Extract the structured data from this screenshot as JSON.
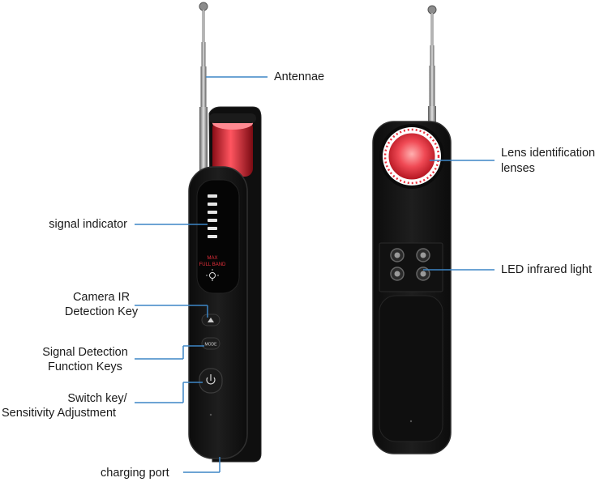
{
  "colors": {
    "leader_line": "#3d86c6",
    "device_body": "#141414",
    "device_edge": "#2b2b2b",
    "screen_panel": "#050505",
    "red_lens": "#e8303c",
    "indicator_led": "#e8e8e8",
    "metal": "#9a9a9a"
  },
  "labels": {
    "antennae": "Antennae",
    "signal_indicator": "signal indicator",
    "camera_ir_line1": "Camera IR",
    "camera_ir_line2": "Detection Key",
    "signal_detection_line1": "Signal Detection",
    "signal_detection_line2": "Function Keys",
    "switch_key_line1": "Switch key/",
    "switch_key_line2": "Sensitivity Adjustment",
    "charging_port": "charging port",
    "lens_identification_line1": "Lens identification",
    "lens_identification_line2": "lenses",
    "led_infrared": "LED infrared light"
  },
  "device_text": {
    "mode_button": "MODE",
    "screen_line1": "MAX",
    "screen_line2": "FULL BAND"
  }
}
